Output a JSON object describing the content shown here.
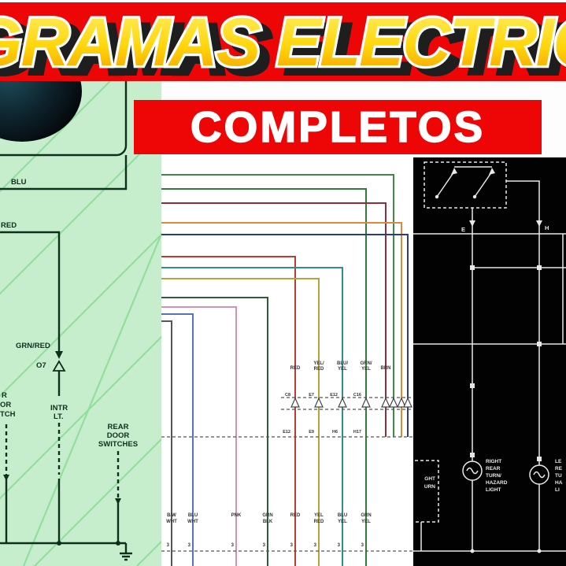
{
  "banner": {
    "title": "GRAMAS ELECTRIC"
  },
  "subtitle": {
    "text": "COMPLETOS"
  },
  "colors": {
    "banner_red": "#ee0505",
    "title_yellow": "#ffd60a",
    "title_outline": "#ffffff",
    "left_bg": "#c6eecd",
    "right_bg": "#020202"
  },
  "left_diagram": {
    "labels": {
      "blu": "BLU",
      "red": "RED",
      "grn_red": "GRN/RED",
      "o7": "O7",
      "intr": "INTR",
      "lt": "LT.",
      "edge_r": "R",
      "edge_or": "OR",
      "edge_tch": "TCH",
      "rear": "REAR",
      "door": "DOOR",
      "switches": "SWITCHES"
    }
  },
  "middle_diagram": {
    "wire_labels": [
      {
        "l1": "RED",
        "l2": ""
      },
      {
        "l1": "YEL/",
        "l2": "RED"
      },
      {
        "l1": "BLU/",
        "l2": "YEL"
      },
      {
        "l1": "GRN/",
        "l2": "YEL"
      },
      {
        "l1": "BRN",
        "l2": ""
      }
    ],
    "connector_top": [
      "C8",
      "E7",
      "E12",
      "C16"
    ],
    "connector_bottom": [
      "E12",
      "E9",
      "H6",
      "H17"
    ],
    "bottom_labels": [
      {
        "l1": "B/W",
        "l2": "WHT"
      },
      {
        "l1": "BLU",
        "l2": "WHT"
      },
      {
        "l1": "PNK",
        "l2": ""
      },
      {
        "l1": "GRN",
        "l2": "BLK"
      },
      {
        "l1": "RED",
        "l2": ""
      },
      {
        "l1": "YEL",
        "l2": "RED"
      },
      {
        "l1": "BLU",
        "l2": "YEL"
      },
      {
        "l1": "GRN",
        "l2": "YEL"
      }
    ],
    "pin_number": "3"
  },
  "right_diagram": {
    "e_label": "E",
    "h_label": "H",
    "right_lamp_label": [
      "RIGHT",
      "REAR",
      "TURN/",
      "HAZARD",
      "LIGHT"
    ],
    "left_lamp_label_cut": [
      "LE",
      "RE",
      "TU",
      "HA",
      "LI"
    ],
    "edge_box_labels": [
      "GHT",
      "URN"
    ]
  }
}
